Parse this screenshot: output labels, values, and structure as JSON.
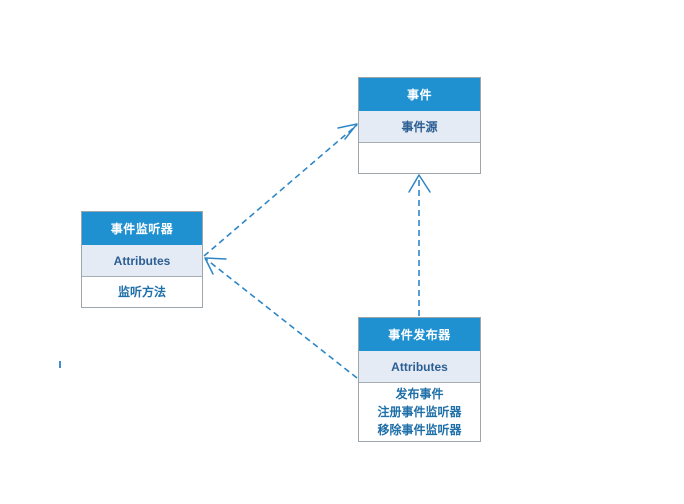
{
  "diagram": {
    "title": "",
    "background_color": "#ffffff",
    "header_color": "#1f90d0",
    "header_text_color": "#ffffff",
    "attributes_row_color": "#e4ebf5",
    "attributes_text_color": "#2b5e93",
    "operations_text_color": "#1f6fa8",
    "border_color": "#9fa6ab",
    "connector_color": "#2e86c6",
    "connector_style": "dashed-open-arrow"
  },
  "classes": {
    "event": {
      "name": "事件",
      "attributes": "事件源",
      "operations": []
    },
    "listener": {
      "name": "事件监听器",
      "attributes": "Attributes",
      "operations": [
        "监听方法"
      ]
    },
    "publisher": {
      "name": "事件发布器",
      "attributes": "Attributes",
      "operations": [
        "发布事件",
        "注册事件监听器",
        "移除事件监听器"
      ]
    }
  },
  "connectors": [
    {
      "id": "listener-to-event",
      "from": "事件监听器",
      "to": "事件",
      "style": "dashed",
      "arrow": "open"
    },
    {
      "id": "publisher-to-event",
      "from": "事件发布器",
      "to": "事件",
      "style": "dashed",
      "arrow": "open"
    },
    {
      "id": "publisher-to-listener",
      "from": "事件发布器",
      "to": "事件监听器",
      "style": "dashed",
      "arrow": "open"
    }
  ]
}
